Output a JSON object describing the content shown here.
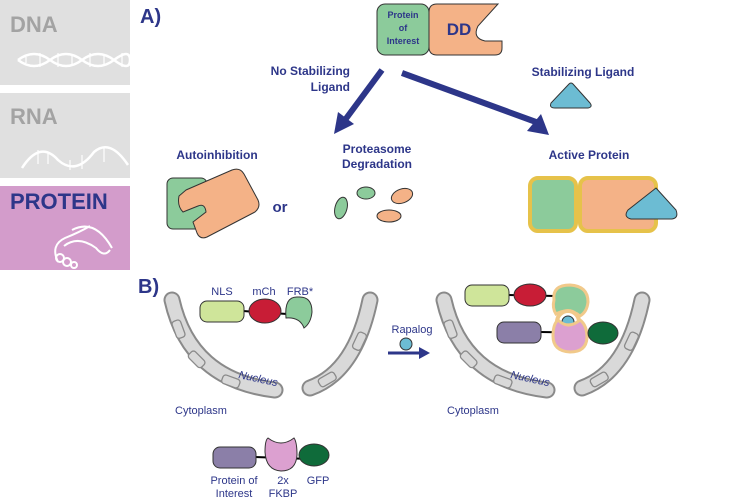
{
  "sidebar": {
    "items": [
      {
        "label": "DNA",
        "color": "#a3a3a3",
        "bg": "#e0e0e0",
        "icon": "dna-helix-icon"
      },
      {
        "label": "RNA",
        "color": "#a3a3a3",
        "bg": "#e0e0e0",
        "icon": "rna-strand-icon"
      },
      {
        "label": "PROTEIN",
        "color": "#2d3689",
        "bg": "#d39ccb",
        "icon": "protein-ribbon-icon",
        "active": true
      }
    ]
  },
  "panel_a": {
    "label": "A)",
    "construct": {
      "poi_line1": "Protein",
      "poi_line2": "of",
      "poi_line3": "Interest",
      "dd": "DD"
    },
    "no_ligand_line1": "No Stabilizing",
    "no_ligand_line2": "Ligand",
    "ligand": "Stabilizing Ligand",
    "autoinhibition": "Autoinhibition",
    "or": "or",
    "degradation_line1": "Proteasome",
    "degradation_line2": "Degradation",
    "active": "Active Protein"
  },
  "panel_b": {
    "label": "B)",
    "nls": "NLS",
    "mch": "mCh",
    "frb": "FRB*",
    "nucleus": "Nucleus",
    "cytoplasm": "Cytoplasm",
    "rapalog": "Rapalog",
    "poi_line1": "Protein of",
    "poi_line2": "Interest",
    "fkbp_line1": "2x",
    "fkbp_line2": "FKBP",
    "gfp": "GFP"
  },
  "colors": {
    "text": "#2d3689",
    "poi_green": "#8ccb9b",
    "dd_orange": "#f4b287",
    "ligand_blue": "#6cbcd3",
    "active_glow": "#e6c24a",
    "nls": "#cfe59a",
    "mcherry": "#c81d36",
    "poi_purple": "#8b7fa8",
    "fkbp_pink": "#dca0d0",
    "gfp": "#0f6b3a",
    "membrane": "#d9d9d9"
  }
}
